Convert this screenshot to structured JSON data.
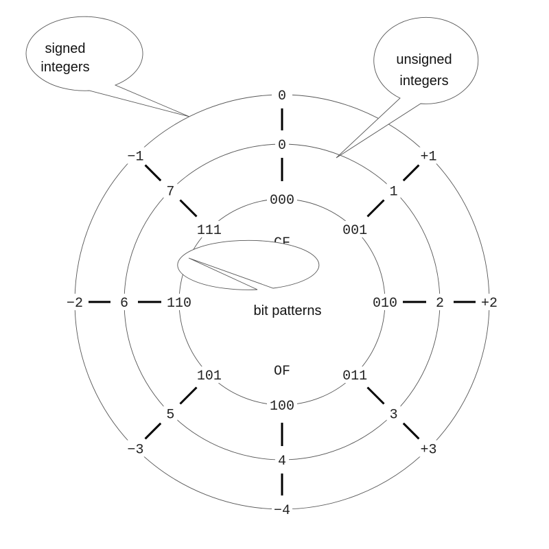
{
  "rings": {
    "signed": [
      "0",
      "+1",
      "+2",
      "+3",
      "−4",
      "−3",
      "−2",
      "−1"
    ],
    "unsigned": [
      "0",
      "1",
      "2",
      "3",
      "4",
      "5",
      "6",
      "7"
    ],
    "bits": [
      "000",
      "001",
      "010",
      "011",
      "100",
      "101",
      "110",
      "111"
    ]
  },
  "flags": {
    "carry": "CF",
    "overflow": "OF"
  },
  "callouts": {
    "signed": [
      "signed",
      "integers"
    ],
    "unsigned": [
      "unsigned",
      "integers"
    ],
    "bits": "bit patterns"
  }
}
